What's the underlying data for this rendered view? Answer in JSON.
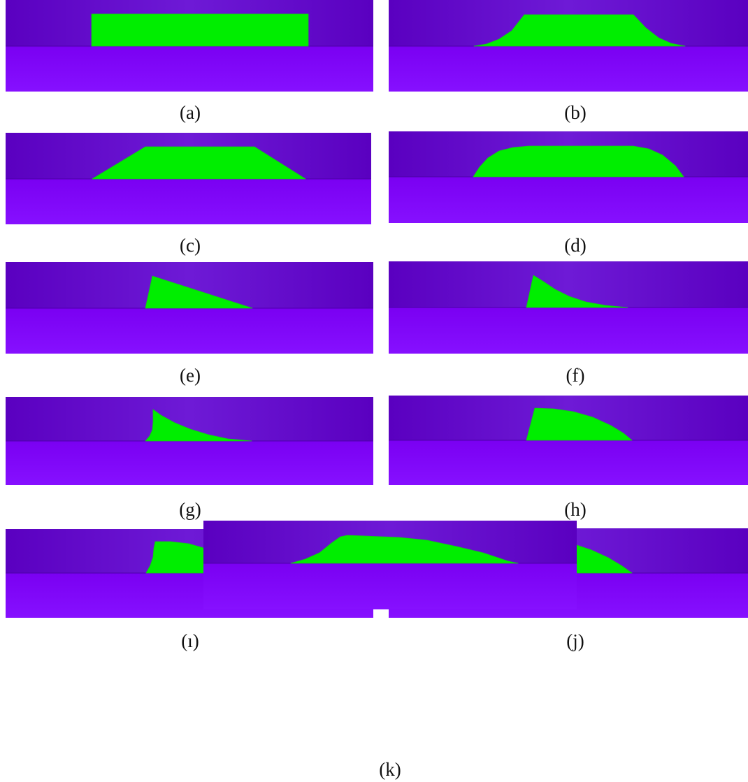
{
  "colors": {
    "background": "#ffffff",
    "upper_region": "#5a00c0",
    "upper_region_light": "#6e1ad6",
    "lower_region": "#7a00f2",
    "lower_region_light": "#8610ff",
    "interface_line": "#4c00a8",
    "profile_fill": "#00ee00",
    "profile_edge": "#14c814",
    "caption_text": "#111111"
  },
  "panels": [
    {
      "id": "a",
      "caption": "(a)"
    },
    {
      "id": "b",
      "caption": "(b)"
    },
    {
      "id": "c",
      "caption": "(c)"
    },
    {
      "id": "d",
      "caption": "(d)"
    },
    {
      "id": "e",
      "caption": "(e)"
    },
    {
      "id": "f",
      "caption": "(f)"
    },
    {
      "id": "g",
      "caption": "(g)"
    },
    {
      "id": "h",
      "caption": "(h)"
    },
    {
      "id": "i",
      "caption": "(ı)"
    },
    {
      "id": "j",
      "caption": "(j)"
    },
    {
      "id": "k",
      "caption": "(k)"
    }
  ]
}
